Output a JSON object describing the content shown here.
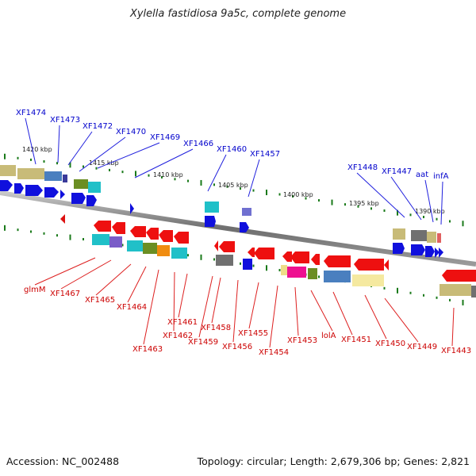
{
  "title": "Xylella fastidiosa 9a5c, complete genome",
  "footer": {
    "accession": "Accession: NC_002488",
    "summary": "Topology: circular; Length: 2,679,306 bp; Genes: 2,821"
  },
  "colors": {
    "plus_label": "#0000cc",
    "minus_label": "#cc0000",
    "backbone": "#7a7a7a",
    "tick": "#1a7a1a"
  },
  "kbp_labels": [
    "1420 kbp",
    "1415 kbp",
    "1410 kbp",
    "1405 kbp",
    "1400 kbp",
    "1395 kbp",
    "1390 kbp"
  ],
  "plus_labels": [
    "XF1474",
    "XF1473",
    "XF1472",
    "XF1470",
    "XF1469",
    "XF1466",
    "XF1460",
    "XF1457",
    "XF1448",
    "XF1447",
    "aat",
    "infA"
  ],
  "minus_labels": [
    "glmM",
    "XF1467",
    "XF1465",
    "XF1464",
    "XF1463",
    "XF1462",
    "XF1461",
    "XF1459",
    "XF1458",
    "XF1456",
    "XF1455",
    "XF1454",
    "XF1453",
    "lolA",
    "XF1451",
    "XF1450",
    "XF1449",
    "XF1443"
  ]
}
